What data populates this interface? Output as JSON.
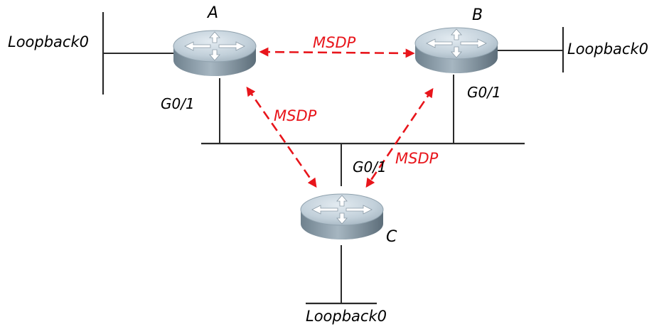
{
  "routers": {
    "a": {
      "name": "A",
      "interface": "G0/1",
      "loopback": "Loopback0"
    },
    "b": {
      "name": "B",
      "interface": "G0/1",
      "loopback": "Loopback0"
    },
    "c": {
      "name": "C",
      "interface": "G0/1",
      "loopback": "Loopback0"
    }
  },
  "sessions": {
    "a_b": "MSDP",
    "a_c": "MSDP",
    "b_c": "MSDP"
  },
  "colors": {
    "msdp": "#e8151b",
    "router_top": "#c5d3dd",
    "router_side": "#7d8f9b"
  },
  "icons": {
    "router": "router-icon"
  }
}
